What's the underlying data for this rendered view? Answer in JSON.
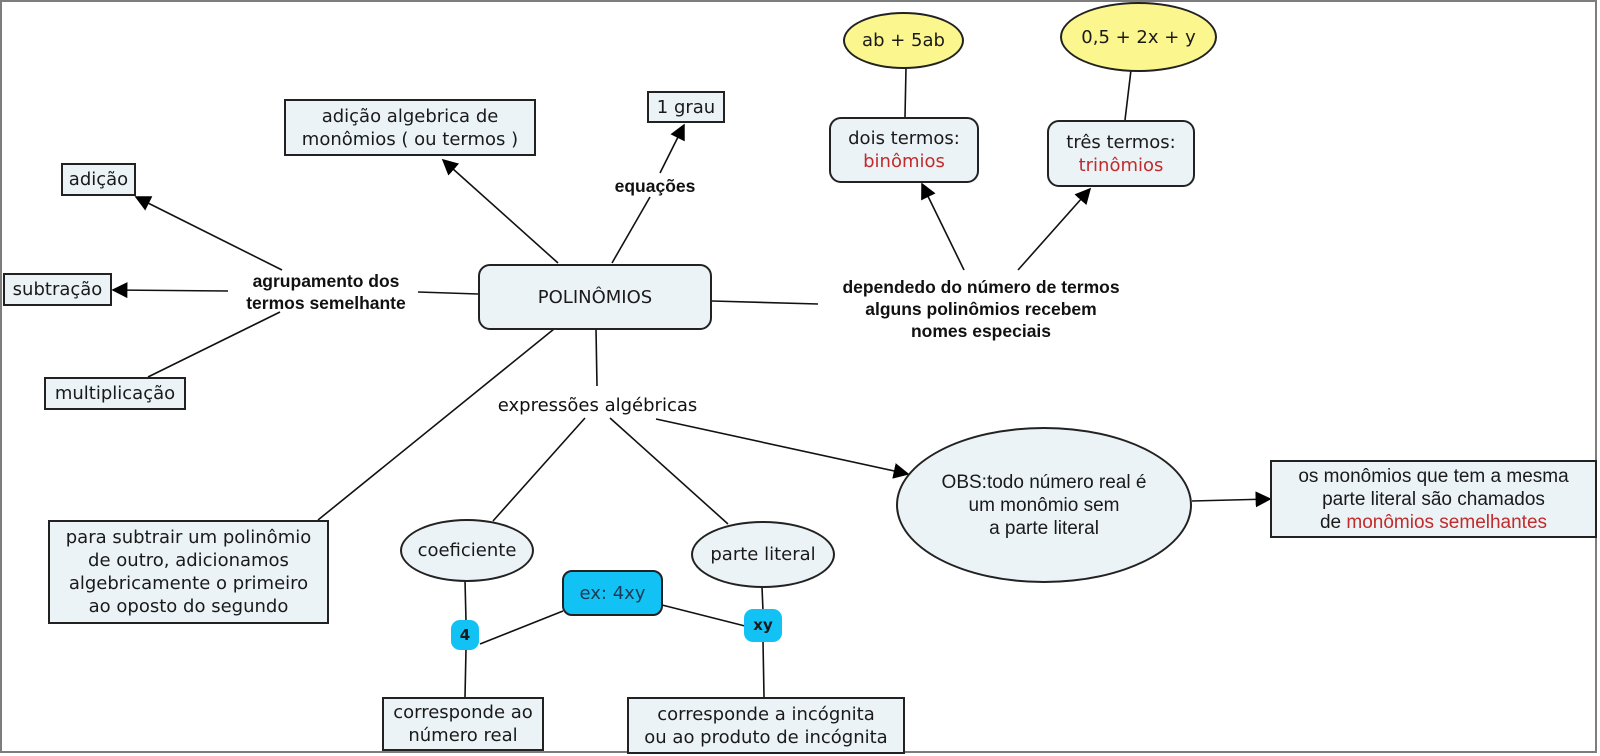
{
  "central": "POLINÔMIOS",
  "links": {
    "agrupamento": [
      "agrupamento dos",
      "termos semelhante"
    ],
    "equacoes": "equações",
    "dependendo": [
      "dependedo do número de termos",
      "alguns polinômios recebem",
      "nomes especiais"
    ],
    "expressoes": "expressões algébricas"
  },
  "nodes": {
    "adicao": "adição",
    "subtracao": "subtração",
    "multiplicacao": "multiplicação",
    "adicao_algebrica": [
      "adição algebrica de",
      "monômios ( ou termos )"
    ],
    "grau": "1 grau",
    "ab": "ab + 5ab",
    "trinomio_ex": "0,5 + 2x + y",
    "dois_termos": {
      "line1": "dois termos:",
      "highlight": "binômios"
    },
    "tres_termos": {
      "line1": "três termos:",
      "highlight": "trinômios"
    },
    "subtrair": [
      "para subtrair um polinômio",
      "de outro, adicionamos",
      "algebricamente o primeiro",
      "ao oposto do segundo"
    ],
    "coeficiente": "coeficiente",
    "parte_literal": "parte literal",
    "exemplo": "ex: 4xy",
    "quatro": "4",
    "xy": "xy",
    "numero_real": [
      "corresponde ao",
      "número real"
    ],
    "incognita": [
      "corresponde a incógnita",
      "ou ao produto de incógnita"
    ],
    "obs": [
      "OBS:todo número real é",
      "um monômio sem",
      "a parte literal"
    ],
    "semelhantes": {
      "line1": "os monômios que tem a mesma",
      "line2": "parte literal são chamados",
      "prefix": "de ",
      "highlight": "monômios semelhantes"
    }
  },
  "colors": {
    "node_fill": "#ebf3f6",
    "example_fill": "#fbf78e",
    "blue_fill": "#13c2f4",
    "highlight_text": "#c22b2b"
  }
}
